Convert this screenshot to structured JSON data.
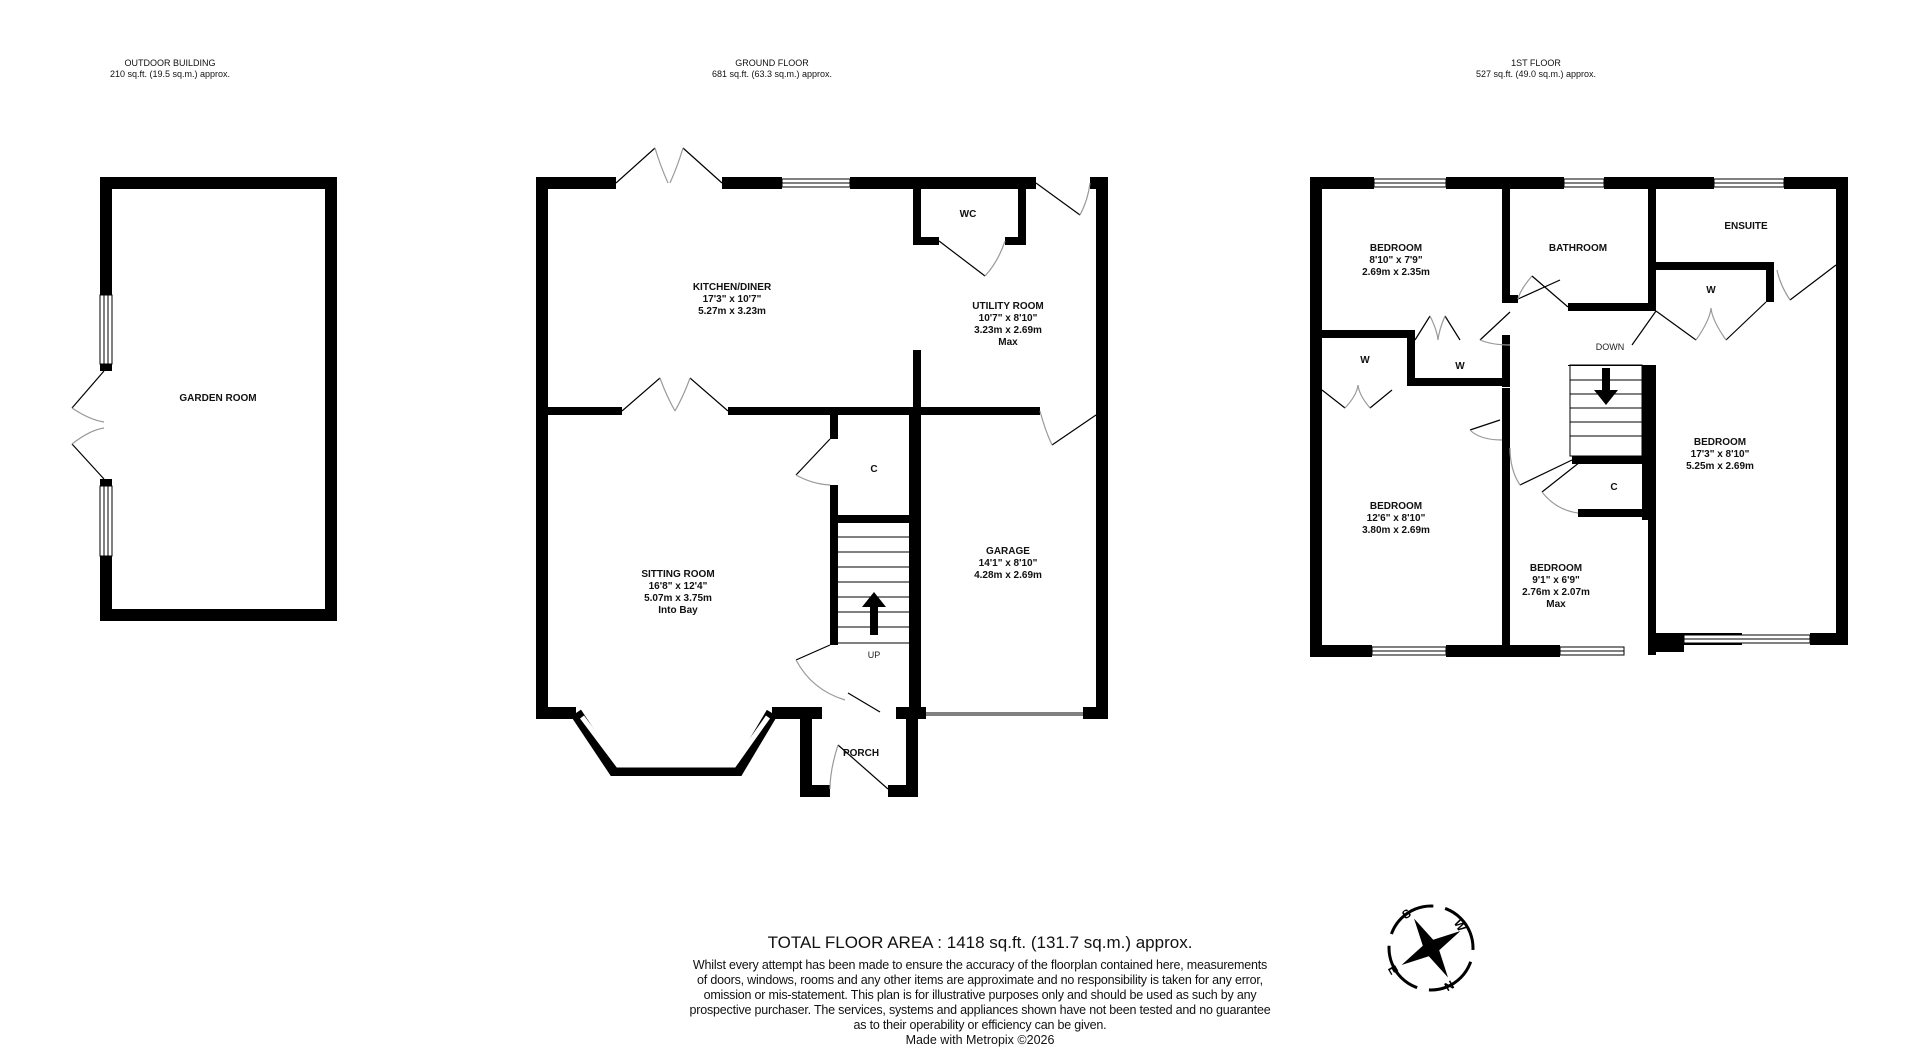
{
  "floors": {
    "outdoor": {
      "title": "OUTDOOR BUILDING",
      "area": "210 sq.ft. (19.5 sq.m.) approx.",
      "rooms": [
        {
          "name": "GARDEN ROOM"
        }
      ]
    },
    "ground": {
      "title": "GROUND FLOOR",
      "area": "681 sq.ft. (63.3 sq.m.) approx.",
      "rooms": [
        {
          "name": "KITCHEN/DINER",
          "imperial": "17'3\"  x 10'7\"",
          "metric": "5.27m  x 3.23m"
        },
        {
          "name": "UTILITY ROOM",
          "imperial": "10'7\"  x 8'10\"",
          "metric": "3.23m  x 2.69m",
          "note": "Max"
        },
        {
          "name": "WC"
        },
        {
          "name": "SITTING ROOM",
          "imperial": "16'8\"  x 12'4\"",
          "metric": "5.07m  x 3.75m",
          "note": "Into Bay"
        },
        {
          "name": "C"
        },
        {
          "name": "GARAGE",
          "imperial": "14'1\"  x 8'10\"",
          "metric": "4.28m  x 2.69m"
        },
        {
          "name": "PORCH"
        }
      ],
      "stairs_label": "UP"
    },
    "first": {
      "title": "1ST FLOOR",
      "area": "527 sq.ft. (49.0 sq.m.) approx.",
      "rooms": [
        {
          "name": "BEDROOM",
          "imperial": "8'10\"  x 7'9\"",
          "metric": "2.69m  x 2.35m"
        },
        {
          "name": "BATHROOM"
        },
        {
          "name": "ENSUITE"
        },
        {
          "name": "W"
        },
        {
          "name": "W"
        },
        {
          "name": "W"
        },
        {
          "name": "BEDROOM",
          "imperial": "12'6\"  x 8'10\"",
          "metric": "3.80m  x 2.69m"
        },
        {
          "name": "BEDROOM",
          "imperial": "17'3\"  x 8'10\"",
          "metric": "5.25m  x 2.69m"
        },
        {
          "name": "C"
        },
        {
          "name": "BEDROOM",
          "imperial": "9'1\"  x 6'9\"",
          "metric": "2.76m  x 2.07m",
          "note": "Max"
        }
      ],
      "stairs_label": "DOWN"
    }
  },
  "footer": {
    "total": "TOTAL FLOOR AREA : 1418 sq.ft. (131.7 sq.m.) approx.",
    "disclaimer": [
      "Whilst every attempt has been made to ensure the accuracy of the floorplan contained here, measurements",
      "of doors, windows, rooms and any other items are approximate and no responsibility is taken for any error,",
      "omission or mis-statement. This plan is for illustrative purposes only and should be used as such by any",
      "prospective purchaser. The services, systems and appliances shown have not been tested and no guarantee",
      "as to their operability or efficiency can be given."
    ],
    "made_with": "Made with Metropix ©2026"
  },
  "compass": {
    "labels": [
      "S",
      "W",
      "N",
      "E"
    ]
  },
  "colors": {
    "wall": "#000000",
    "door_swing": "#999999",
    "window_fill": "#ffffff"
  }
}
